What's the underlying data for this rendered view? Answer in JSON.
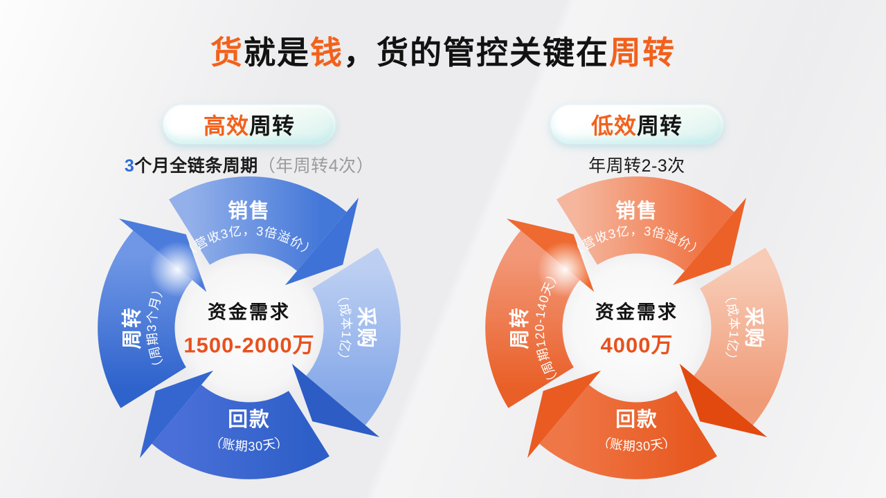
{
  "title": {
    "part1": "货",
    "part2": "就是",
    "part3": "钱",
    "part4": "，",
    "part5": "货的管控关键在",
    "part6": "周转"
  },
  "theme": {
    "accent_orange": "#F2611C",
    "accent_blue": "#2E6BD8",
    "note_gray": "#9B9B9B",
    "blue_ring": "#3D63D2",
    "orange_ring": "#ED6A35",
    "center_value_color": "#E8511D",
    "ring_text_color": "#FFFFFF"
  },
  "panels": [
    {
      "badge": {
        "highlight": "高效",
        "rest": "周转"
      },
      "subtitle": {
        "prefix": "3",
        "body": "个月全链条周期",
        "note": "（年周转4次）"
      },
      "ring": {
        "top": {
          "label": "销售",
          "sub": "（营收3亿，3倍溢价）"
        },
        "right": {
          "label": "采购",
          "sub": "（成本1亿）"
        },
        "bottom": {
          "label": "回款",
          "sub": "（账期30天）"
        },
        "left": {
          "label": "周转",
          "sub": "（周期3个月）"
        }
      },
      "center": {
        "label": "资金需求",
        "value": "1500-2000万"
      }
    },
    {
      "badge": {
        "highlight": "低效",
        "rest": "周转"
      },
      "subtitle": {
        "prefix": "",
        "body": "年周转2-3次",
        "note": ""
      },
      "ring": {
        "top": {
          "label": "销售",
          "sub": "（营收3亿，3倍溢价）"
        },
        "right": {
          "label": "采购",
          "sub": "（成本1亿）"
        },
        "bottom": {
          "label": "回款",
          "sub": "（账期30天）"
        },
        "left": {
          "label": "周转",
          "sub": "（周期120-140天）"
        }
      },
      "center": {
        "label": "资金需求",
        "value": "4000万"
      }
    }
  ]
}
